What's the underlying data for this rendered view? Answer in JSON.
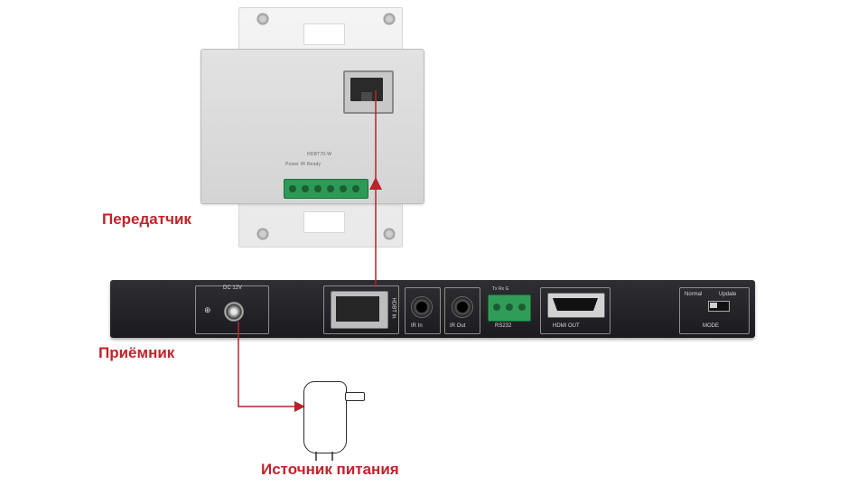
{
  "labels": {
    "transmitter": "Передатчик",
    "receiver": "Приёмник",
    "power_supply": "Источник питания"
  },
  "transmitter": {
    "model": "HDBT70-W",
    "terminal_labels": "Power IR Ready"
  },
  "receiver": {
    "dc_label": "DC 12V",
    "hdbt_label": "HDBT In",
    "ir_in_label": "IR In",
    "ir_out_label": "IR Out",
    "rs232_label": "RS232",
    "rs232_pins": "Tx Rx G",
    "hdmi_label": "HDMI OUT",
    "mode_label": "MODE",
    "mode_normal": "Normal",
    "mode_update": "Update"
  },
  "colors": {
    "label_red": "#c0232b",
    "line_red": "#b5252b",
    "receiver_body": "#222226",
    "terminal_green": "#2c9a56"
  }
}
